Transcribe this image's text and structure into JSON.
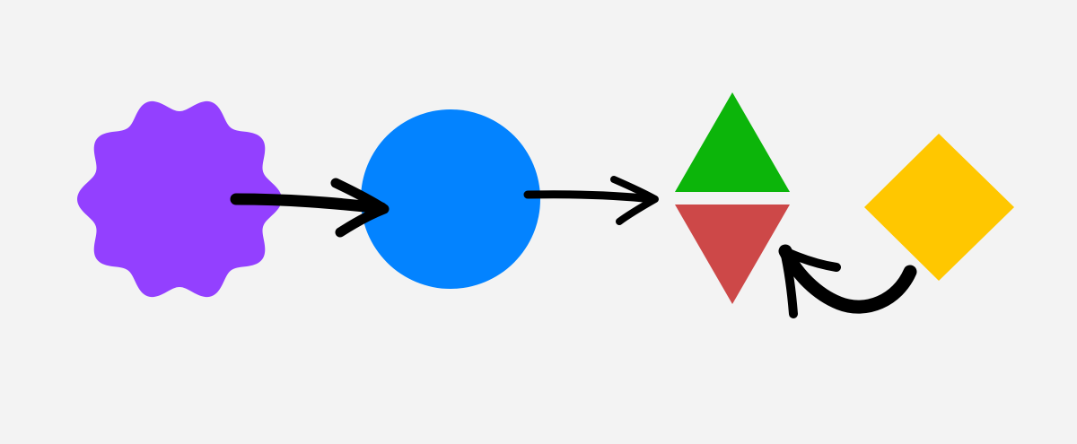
{
  "diagram": {
    "background": "#f3f3f3",
    "shapes": [
      {
        "id": "scalloped-shape",
        "kind": "scalloped-circle",
        "color": "#9340ff"
      },
      {
        "id": "blue-circle",
        "kind": "circle",
        "color": "#0383ff"
      },
      {
        "id": "green-triangle",
        "kind": "triangle-up",
        "color": "#0cb50a"
      },
      {
        "id": "red-triangle",
        "kind": "triangle-down",
        "color": "#cd4848"
      },
      {
        "id": "yellow-diamond",
        "kind": "diamond",
        "color": "#ffc700"
      }
    ],
    "arrows": [
      {
        "id": "arrow-scallop-to-circle",
        "from": "scalloped-shape",
        "to": "blue-circle",
        "color": "#000000"
      },
      {
        "id": "arrow-circle-to-triangles",
        "from": "blue-circle",
        "to": "green-triangle",
        "color": "#000000"
      },
      {
        "id": "arrow-diamond-to-triangles",
        "from": "yellow-diamond",
        "to": "red-triangle",
        "color": "#000000"
      }
    ]
  }
}
